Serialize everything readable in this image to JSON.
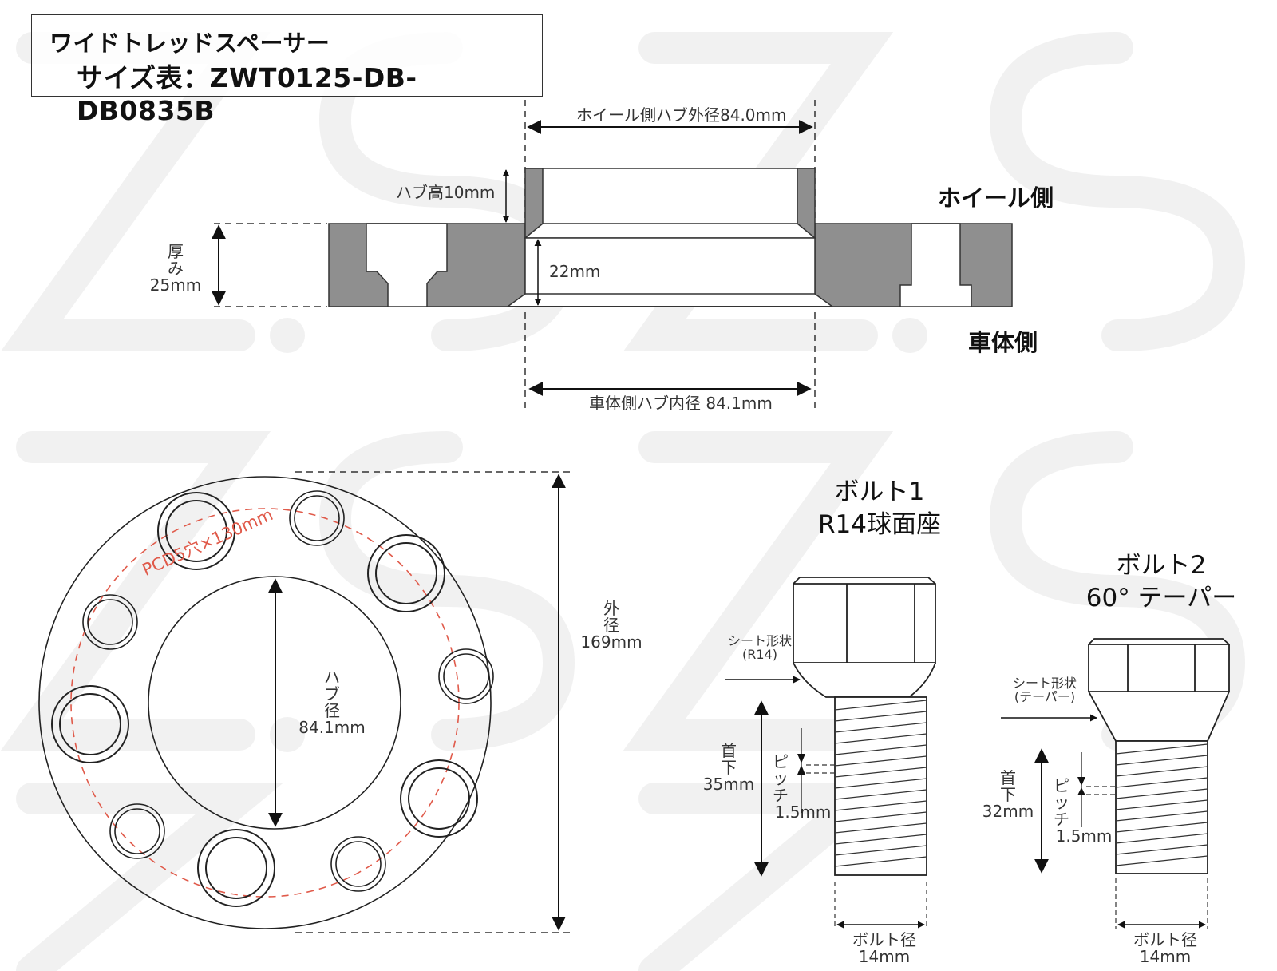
{
  "title": {
    "line1": "ワイドトレッドスペーサー",
    "line2": "サイズ表：ZWT0125-DB-DB0835B"
  },
  "side_view": {
    "wheel_side_label": "ホイール側",
    "body_side_label": "車体側",
    "wheel_hub_outer_dia": "ホイール側ハブ外径84.0mm",
    "body_hub_inner_dia": "車体側ハブ内径 84.1mm",
    "hub_height": "ハブ高10mm",
    "thickness_label_1": "厚",
    "thickness_label_2": "み",
    "thickness_value": "25mm",
    "bore_depth": "22mm"
  },
  "front_view": {
    "pcd_label": "PCD5穴×130mm",
    "hub_dia_label_1": "ハ",
    "hub_dia_label_2": "ブ",
    "hub_dia_label_3": "径",
    "hub_dia_value": "84.1mm",
    "outer_dia_label_1": "外",
    "outer_dia_label_2": "径",
    "outer_dia_value": "169mm"
  },
  "bolt1": {
    "title": "ボルト1",
    "subtitle": "R14球面座",
    "seat_label": "シート形状",
    "seat_type": "(R14)",
    "neck_label_1": "首",
    "neck_label_2": "下",
    "neck_length": "35mm",
    "pitch_label_1": "ピ",
    "pitch_label_2": "ッ",
    "pitch_label_3": "チ",
    "pitch_value": "1.5mm",
    "diameter_label": "ボルト径",
    "diameter_value": "14mm"
  },
  "bolt2": {
    "title": "ボルト2",
    "subtitle": "60° テーパー",
    "seat_label": "シート形状",
    "seat_type": "(テーパー)",
    "neck_label_1": "首",
    "neck_label_2": "下",
    "neck_length": "32mm",
    "pitch_label_1": "ピ",
    "pitch_label_2": "ッ",
    "pitch_label_3": "チ",
    "pitch_value": "1.5mm",
    "diameter_label": "ボルト径",
    "diameter_value": "14mm"
  },
  "colors": {
    "part_fill": "#8f8f8f",
    "line": "#222222",
    "pcd_circle": "#e05a4a",
    "watermark": "#f2f2f2"
  }
}
